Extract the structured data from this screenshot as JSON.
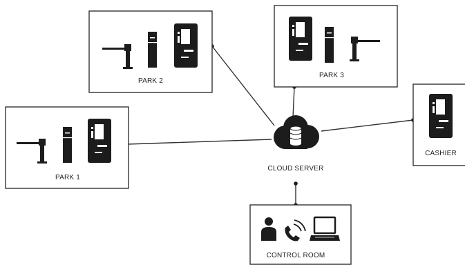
{
  "colors": {
    "stroke": "#333333",
    "fill": "#1c1c1c",
    "background": "#ffffff"
  },
  "nodes": {
    "park2": {
      "label": "PARK 2",
      "icons": [
        "barrier-gate-icon",
        "ticket-dispenser-icon",
        "pay-station-icon"
      ]
    },
    "park3": {
      "label": "PARK 3",
      "icons": [
        "pay-station-icon",
        "ticket-dispenser-icon",
        "barrier-gate-icon"
      ]
    },
    "park1": {
      "label": "PARK 1",
      "icons": [
        "barrier-gate-icon",
        "ticket-dispenser-icon",
        "pay-station-icon"
      ]
    },
    "cashier": {
      "label": "CASHIER",
      "icons": [
        "pay-station-icon"
      ]
    },
    "cloud": {
      "label": "CLOUD SERVER",
      "icons": [
        "cloud-database-icon"
      ]
    },
    "control_room": {
      "label": "CONTROL ROOM",
      "icons": [
        "person-icon",
        "phone-icon",
        "laptop-icon"
      ]
    }
  }
}
